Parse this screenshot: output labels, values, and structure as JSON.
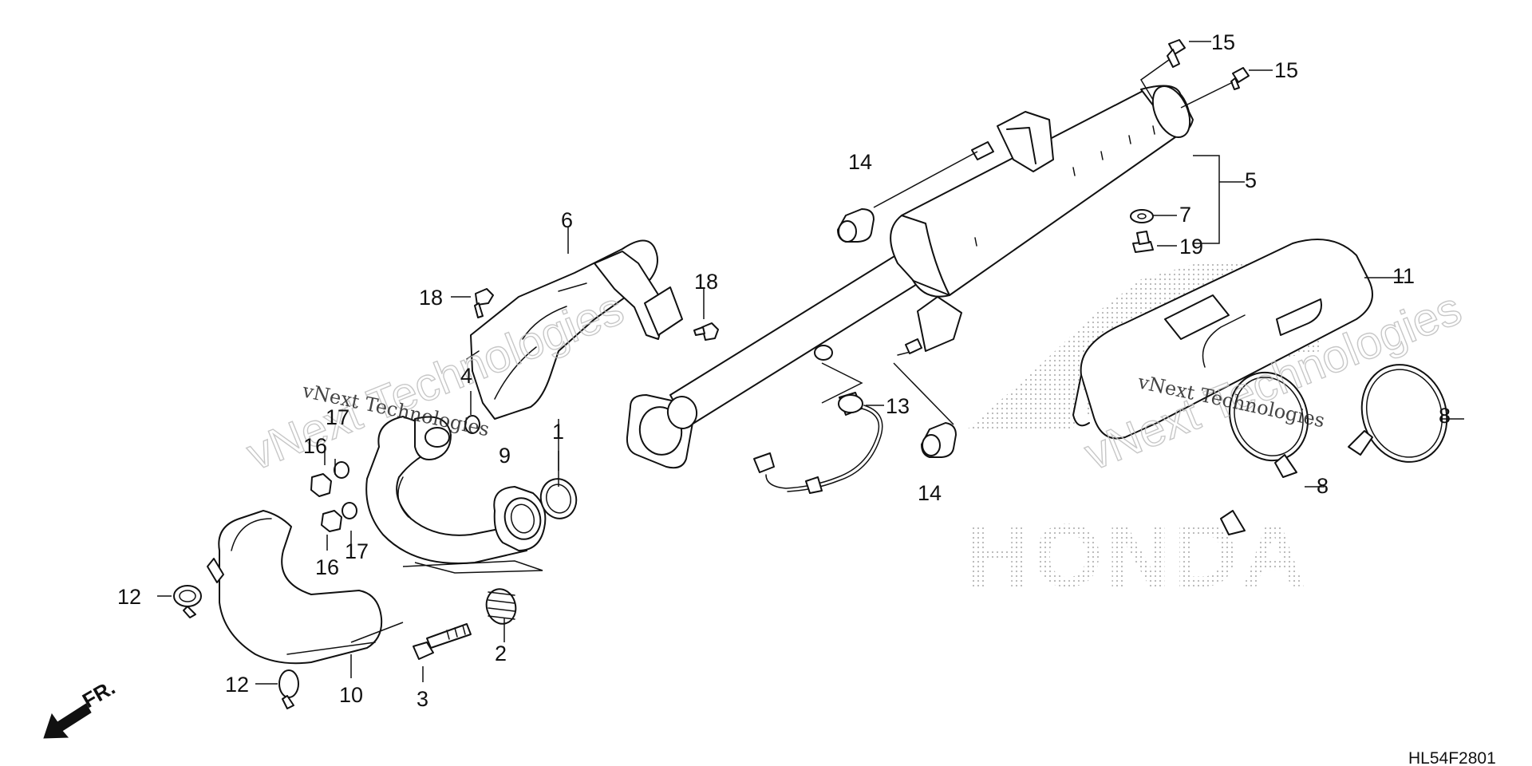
{
  "diagram": {
    "drawing_code": "HL54F2801",
    "front_label": "FR.",
    "brand_logo_text": "HONDA",
    "watermark_text": "vNext Technologies",
    "callouts": [
      {
        "id": "c1",
        "number": "1"
      },
      {
        "id": "c2",
        "number": "2"
      },
      {
        "id": "c3",
        "number": "3"
      },
      {
        "id": "c4",
        "number": "4"
      },
      {
        "id": "c5",
        "number": "5"
      },
      {
        "id": "c6",
        "number": "6"
      },
      {
        "id": "c7",
        "number": "7"
      },
      {
        "id": "c8a",
        "number": "8"
      },
      {
        "id": "c8b",
        "number": "8"
      },
      {
        "id": "c9",
        "number": "9"
      },
      {
        "id": "c10",
        "number": "10"
      },
      {
        "id": "c11",
        "number": "11"
      },
      {
        "id": "c12a",
        "number": "12"
      },
      {
        "id": "c12b",
        "number": "12"
      },
      {
        "id": "c13",
        "number": "13"
      },
      {
        "id": "c14a",
        "number": "14"
      },
      {
        "id": "c14b",
        "number": "14"
      },
      {
        "id": "c15a",
        "number": "15"
      },
      {
        "id": "c15b",
        "number": "15"
      },
      {
        "id": "c16a",
        "number": "16"
      },
      {
        "id": "c16b",
        "number": "16"
      },
      {
        "id": "c17a",
        "number": "17"
      },
      {
        "id": "c17b",
        "number": "17"
      },
      {
        "id": "c18a",
        "number": "18"
      },
      {
        "id": "c18b",
        "number": "18"
      },
      {
        "id": "c19",
        "number": "19"
      }
    ]
  }
}
